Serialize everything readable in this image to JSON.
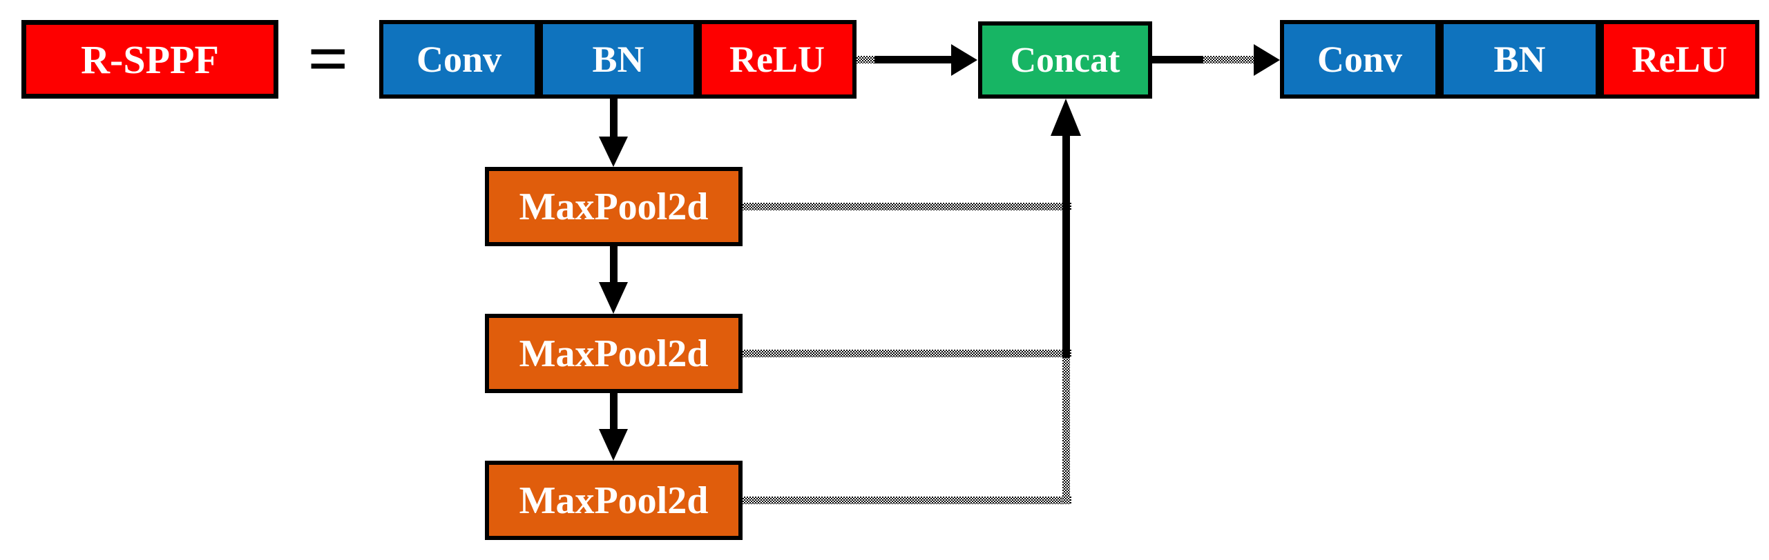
{
  "figure": {
    "definition_term": "R-SPPF",
    "equals_sign": "=",
    "input_branch": [
      "Conv",
      "BN",
      "ReLU"
    ],
    "concat_label": "Concat",
    "output_branch": [
      "Conv",
      "BN",
      "ReLU"
    ],
    "maxpool_stack": [
      "MaxPool2d",
      "MaxPool2d",
      "MaxPool2d"
    ]
  },
  "colors": {
    "conv_bn_blue": "#0F73BE",
    "relu_red": "#FE0000",
    "rsppf_red": "#FE0000",
    "concat_green": "#17B564",
    "maxpool_orange": "#E05D0C",
    "arrow_black": "#000000",
    "background": "#FFFFFF"
  }
}
